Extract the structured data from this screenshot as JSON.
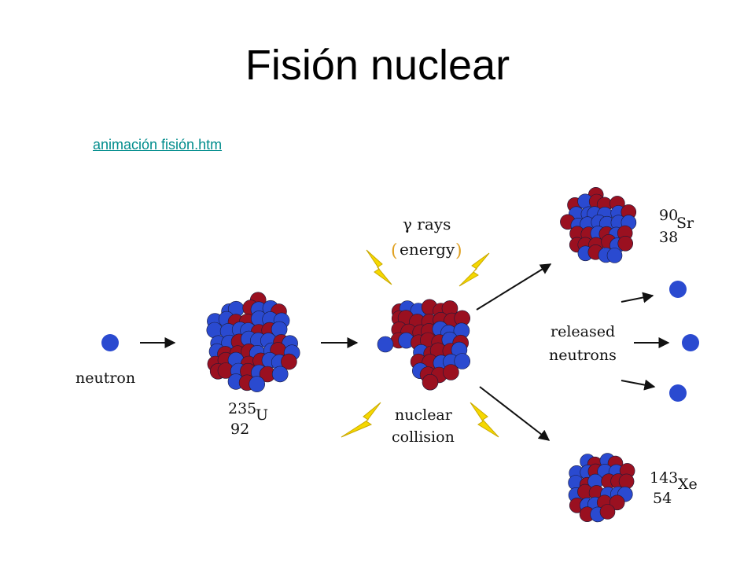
{
  "slide": {
    "title": "Fisión nuclear",
    "link_text": "animación fisión.htm"
  },
  "diagram": {
    "neutron_label": "neutron",
    "uranium": {
      "mass": "235",
      "number": "92",
      "symbol": "U"
    },
    "gamma_line1": "γ rays",
    "gamma_line2": "energy",
    "collision_line1": "nuclear",
    "collision_line2": "collision",
    "strontium": {
      "mass": "90",
      "number": "38",
      "symbol": "Sr"
    },
    "xenon": {
      "mass": "143",
      "number": "54",
      "symbol": "Xe"
    },
    "released_line1": "released",
    "released_line2": "neutrons",
    "colors": {
      "proton": "#9a1020",
      "neutron": "#2a4ad0",
      "lightning": "#f5d800",
      "paren": "#e0a020"
    }
  }
}
